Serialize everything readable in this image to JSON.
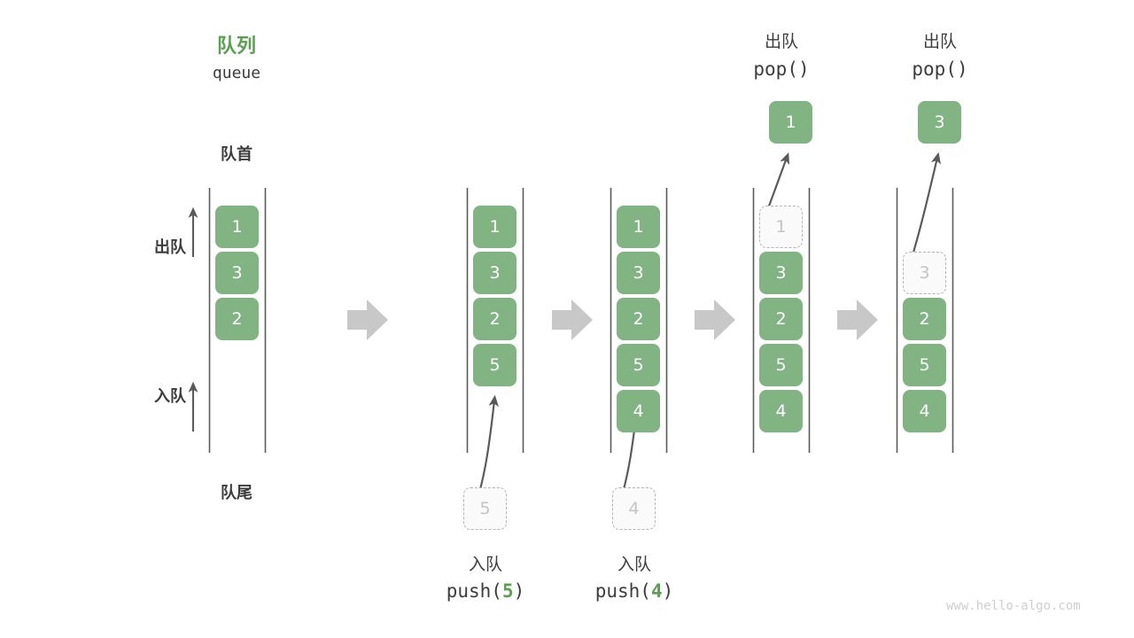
{
  "meta": {
    "title_cn": "队列",
    "title_code": "queue",
    "watermark": "www.hello-algo.com",
    "accent_green": "#59a14f",
    "box_green": "#81b383",
    "ghost_gray": "#b4b4b4",
    "arrow_gray": "#c8c8c8",
    "line_gray": "#5a5a5a"
  },
  "labels": {
    "front": "队首",
    "rear": "队尾",
    "dequeue": "出队",
    "enqueue": "入队"
  },
  "operations": {
    "push_cn": "入队",
    "pop_cn": "出队",
    "push_5": {
      "fn": "push(",
      "num": "5",
      "close": ")"
    },
    "push_4": {
      "fn": "push(",
      "num": "4",
      "close": ")"
    },
    "pop_call": "pop()"
  },
  "stages": [
    {
      "id": "initial",
      "caption_cn": "",
      "caption_code": "",
      "cells": [
        {
          "value": "1",
          "state": "filled"
        },
        {
          "value": "3",
          "state": "filled"
        },
        {
          "value": "2",
          "state": "filled"
        }
      ]
    },
    {
      "id": "after-push-5",
      "caption_cn": "入队",
      "caption_code": "push(5)",
      "caption_num": "5",
      "incoming": {
        "value": "5",
        "state": "ghost"
      },
      "cells": [
        {
          "value": "1",
          "state": "filled"
        },
        {
          "value": "3",
          "state": "filled"
        },
        {
          "value": "2",
          "state": "filled"
        },
        {
          "value": "5",
          "state": "filled"
        }
      ]
    },
    {
      "id": "after-push-4",
      "caption_cn": "入队",
      "caption_code": "push(4)",
      "caption_num": "4",
      "incoming": {
        "value": "4",
        "state": "ghost"
      },
      "cells": [
        {
          "value": "1",
          "state": "filled"
        },
        {
          "value": "3",
          "state": "filled"
        },
        {
          "value": "2",
          "state": "filled"
        },
        {
          "value": "5",
          "state": "filled"
        },
        {
          "value": "4",
          "state": "filled"
        }
      ]
    },
    {
      "id": "after-pop-1",
      "header_cn": "出队",
      "header_code": "pop()",
      "outgoing": {
        "value": "1",
        "state": "filled"
      },
      "cells": [
        {
          "value": "1",
          "state": "ghost"
        },
        {
          "value": "3",
          "state": "filled"
        },
        {
          "value": "2",
          "state": "filled"
        },
        {
          "value": "5",
          "state": "filled"
        },
        {
          "value": "4",
          "state": "filled"
        }
      ]
    },
    {
      "id": "after-pop-3",
      "header_cn": "出队",
      "header_code": "pop()",
      "outgoing": {
        "value": "3",
        "state": "filled"
      },
      "cells": [
        {
          "value": "3",
          "state": "ghost"
        },
        {
          "value": "2",
          "state": "filled"
        },
        {
          "value": "5",
          "state": "filled"
        },
        {
          "value": "4",
          "state": "filled"
        }
      ]
    }
  ]
}
